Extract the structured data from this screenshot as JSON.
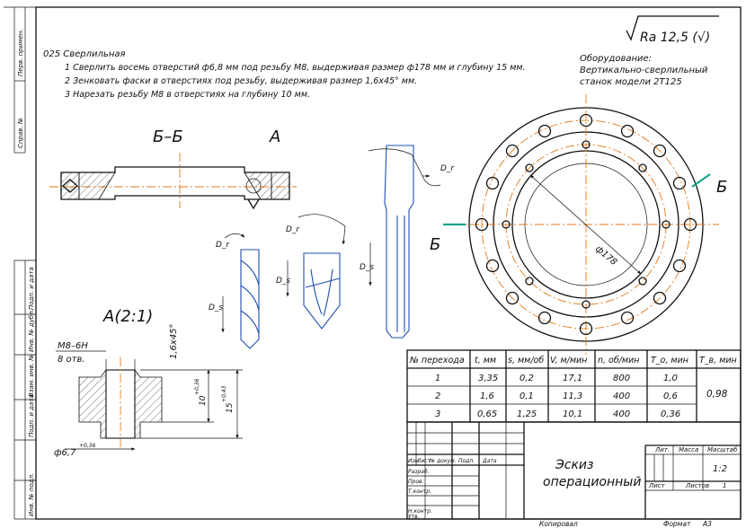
{
  "header": {
    "operation": "025 Сверлильная",
    "steps": [
      "1 Сверлить восемь отверстий ф6,8 мм под резьбу М8, выдерживая размер ф178 мм и глубину 15 мм.",
      "2 Зенковать фаски в отверстиях под резьбу, выдерживая размер 1,6х45° мм.",
      "3 Нарезать резьбу М8 в отверстиях на глубину 10 мм."
    ],
    "equipment_title": "Оборудование:",
    "equipment_lines": [
      "Вертикально-сверлильный",
      "станок модели 2Т125"
    ],
    "roughness": "Ra 12,5 (√)"
  },
  "side_strip": [
    "Перв. примен.",
    "Справ. №",
    "Подп. и дата",
    "Инв. № дубл.",
    "Взам. инв. №",
    "Подп. и дата",
    "Инв. № подл."
  ],
  "views": {
    "section_label": "Б–Б",
    "detail_mark": "А",
    "detail_label": "А(2:1)",
    "cut_mark": "Б",
    "dim_diameter": "ф178",
    "dim_thread": "М8–6Н",
    "dim_thread_count": "8 отв.",
    "dim_chamfer": "1,6х45°",
    "dim_depth1": "10",
    "dim_depth1_tol": "+0,36",
    "dim_depth2": "15",
    "dim_depth2_tol": "+0,43",
    "dim_hole": "ф6,7",
    "dim_hole_tol": "+0,36",
    "tool_labels": [
      "D_r",
      "D_s",
      "D_r",
      "D_s",
      "D_r",
      "D_s"
    ]
  },
  "cutting_table": {
    "headers": [
      "№ перехода",
      "t, мм",
      "s, мм/об",
      "V, м/мин",
      "n, об/мин",
      "Т_о, мин",
      "Т_в, мин"
    ],
    "rows": [
      [
        "1",
        "3,35",
        "0,2",
        "17,1",
        "800",
        "1,0"
      ],
      [
        "2",
        "1,6",
        "0,1",
        "11,3",
        "400",
        "0,6"
      ],
      [
        "3",
        "0,65",
        "1,25",
        "10,1",
        "400",
        "0,36"
      ]
    ],
    "tv_total": "0,98"
  },
  "title_block": {
    "title_line1": "Эскиз",
    "title_line2": "операционный",
    "col_headers": [
      "Изм.",
      "Лист",
      "№ докум.",
      "Подп.",
      "Дата"
    ],
    "role_labels": [
      "Разраб.",
      "Пров.",
      "Т.контр.",
      "",
      "Н.контр.",
      "Утв."
    ],
    "lit_label": "Лит.",
    "mass_label": "Масса",
    "scale_label": "Масштаб",
    "scale_value": "1:2",
    "sheet_label": "Лист",
    "sheets_label": "Листов",
    "sheets_value": "1",
    "copy_label": "Копировал",
    "format_label": "Формат",
    "format_value": "А3"
  }
}
